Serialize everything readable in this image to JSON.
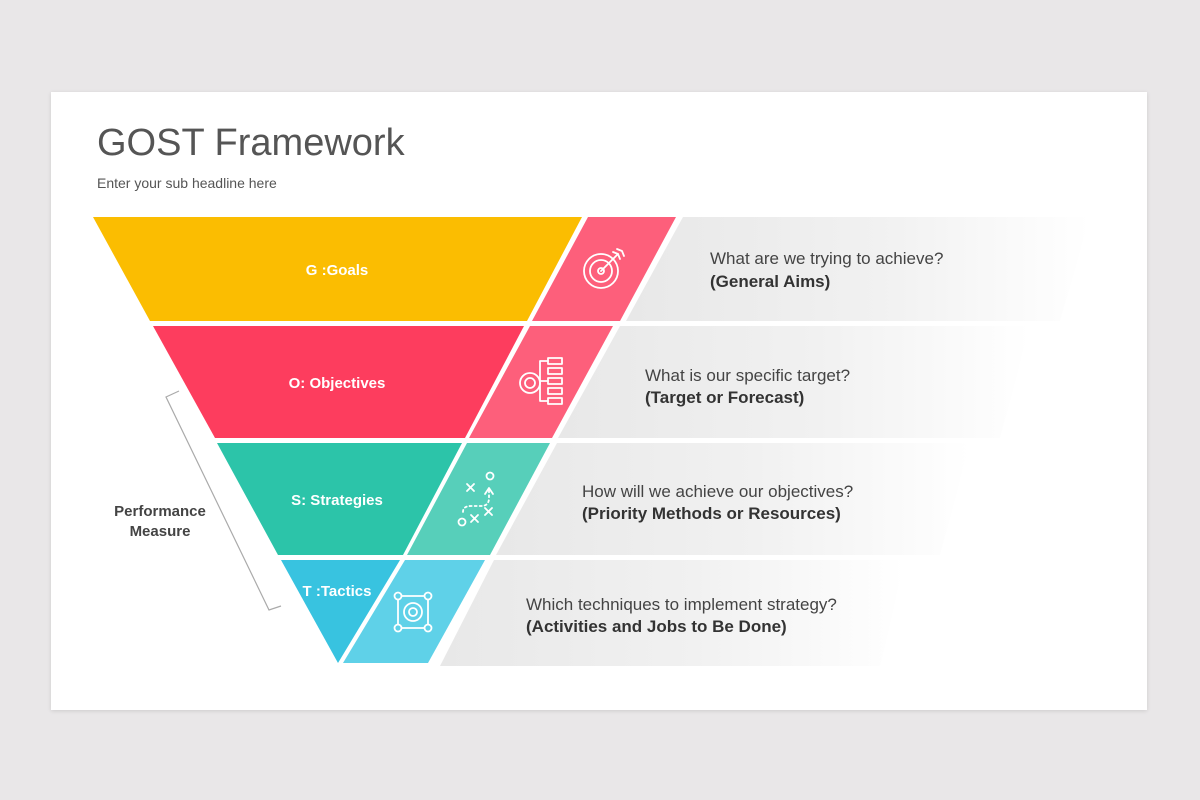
{
  "header": {
    "title": "GOST Framework",
    "subtitle": "Enter your sub headline here"
  },
  "side_label": {
    "line1": "Performance",
    "line2": "Measure"
  },
  "levels": [
    {
      "label": "G :Goals",
      "color": "#fbbd01",
      "icon": "target-icon",
      "icon_color": "#fd5f7b",
      "question": "What are we trying to achieve?",
      "detail": "(General Aims)"
    },
    {
      "label": "O: Objectives",
      "color": "#fd3d5e",
      "icon": "target-checklist-icon",
      "icon_color": "#fd5f7b",
      "question": "What is our specific target?",
      "detail": "(Target or Forecast)"
    },
    {
      "label": "S: Strategies",
      "color": "#2cc4a9",
      "icon": "strategy-play-icon",
      "icon_color": "#57cfba",
      "question": "How will we achieve our objectives?",
      "detail": "(Priority Methods or Resources)"
    },
    {
      "label": "T :Tactics",
      "color": "#38c3e0",
      "icon": "process-cycle-icon",
      "icon_color": "#5fd1e8",
      "question": "Which techniques to implement strategy?",
      "detail": "(Activities and Jobs to Be Done)"
    }
  ]
}
